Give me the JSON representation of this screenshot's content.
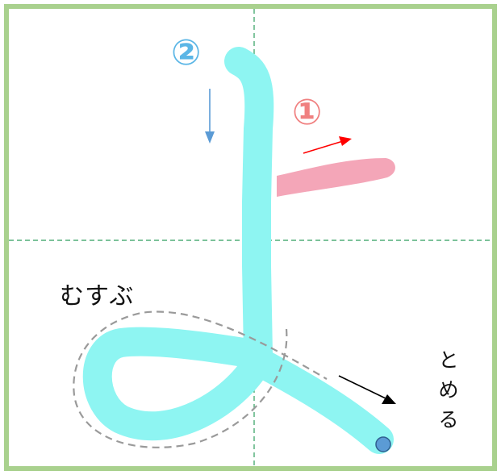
{
  "character": "よ",
  "stroke_numbers": {
    "first": "①",
    "second": "②"
  },
  "annotations": {
    "musubu": "むすぶ",
    "tomeru": [
      "と",
      "め",
      "る"
    ]
  },
  "colors": {
    "frame": "#a9d18e",
    "guide": "#2e9e5e",
    "stroke_1": "#f4a6b8",
    "stroke_2": "#8ef5f2",
    "arrow_1": "#ff0000",
    "arrow_2": "#5b9bd5",
    "arrow_end": "#000000",
    "end_dot": "#5b9bd5"
  }
}
